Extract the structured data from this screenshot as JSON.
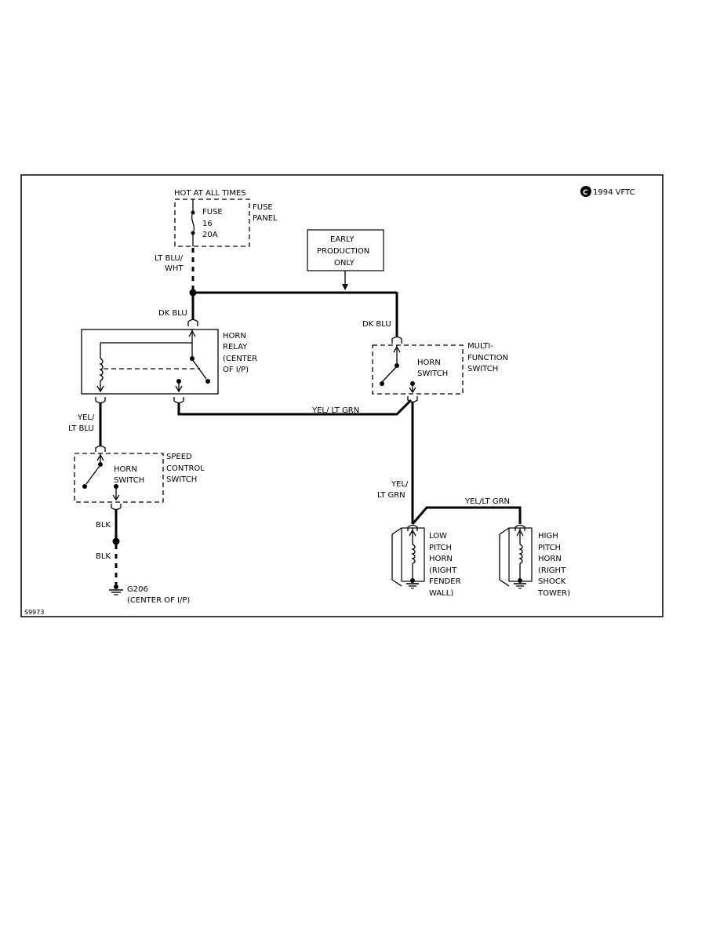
{
  "copyright": {
    "symbol": "C",
    "text": "1994 VFTC"
  },
  "figure_id": "S9973",
  "fuse": {
    "hot_label": "HOT AT ALL TIMES",
    "line1": "FUSE",
    "line2": "16",
    "line3": "20A",
    "panel_line1": "FUSE",
    "panel_line2": "PANEL"
  },
  "wires": {
    "lt_blu_wht_1": "LT BLU/",
    "lt_blu_wht_2": "WHT",
    "dk_blu_left": "DK BLU",
    "dk_blu_right": "DK BLU",
    "yel_lt_blu_1": "YEL/",
    "yel_lt_blu_2": "LT BLU",
    "yel_lt_grn_mid": "YEL/ LT GRN",
    "yel_lt_grn_v1": "YEL/",
    "yel_lt_grn_v2": "LT GRN",
    "yel_lt_grn_horns": "YEL/LT GRN",
    "blk_1": "BLK",
    "blk_2": "BLK"
  },
  "early_production": {
    "line1": "EARLY",
    "line2": "PRODUCTION",
    "line3": "ONLY"
  },
  "horn_relay": {
    "line1": "HORN",
    "line2": "RELAY",
    "line3": "(CENTER",
    "line4": "OF I/P)"
  },
  "multi_function_switch": {
    "inner1": "HORN",
    "inner2": "SWITCH",
    "line1": "MULTI-",
    "line2": "FUNCTION",
    "line3": "SWITCH"
  },
  "speed_control_switch": {
    "inner1": "HORN",
    "inner2": "SWITCH",
    "line1": "SPEED",
    "line2": "CONTROL",
    "line3": "SWITCH"
  },
  "ground": {
    "line1": "G206",
    "line2": "(CENTER OF I/P)"
  },
  "low_horn": {
    "line1": "LOW",
    "line2": "PITCH",
    "line3": "HORN",
    "line4": "(RIGHT",
    "line5": "FENDER",
    "line6": "WALL)"
  },
  "high_horn": {
    "line1": "HIGH",
    "line2": "PITCH",
    "line3": "HORN",
    "line4": "(RIGHT",
    "line5": "SHOCK",
    "line6": "TOWER)"
  }
}
